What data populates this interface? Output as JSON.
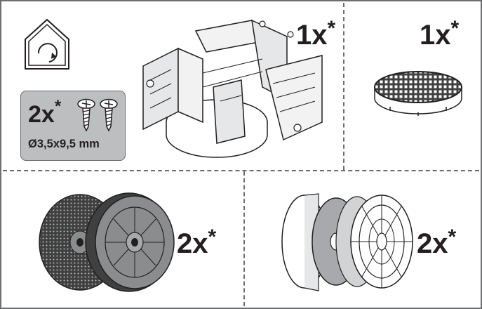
{
  "parts": {
    "adapter": {
      "quantity": "1x",
      "mark": "*"
    },
    "grille": {
      "quantity": "1x",
      "mark": "*"
    },
    "screws": {
      "quantity": "2x",
      "mark": "*",
      "dimension": "Ø3,5x9,5 mm"
    },
    "carbon_filters_round": {
      "quantity": "2x",
      "mark": "*"
    },
    "carbon_filters_long_life": {
      "quantity": "2x",
      "mark": "*"
    }
  },
  "colors": {
    "stroke": "#231f20",
    "frame": "#6d6e70",
    "panel": "#bcbec0",
    "filter_dark": "#404041",
    "filter_mid": "#8a8c8e",
    "pad": "#a7a9ac"
  },
  "icons": [
    "recirculation-house-icon",
    "screw-icon"
  ]
}
